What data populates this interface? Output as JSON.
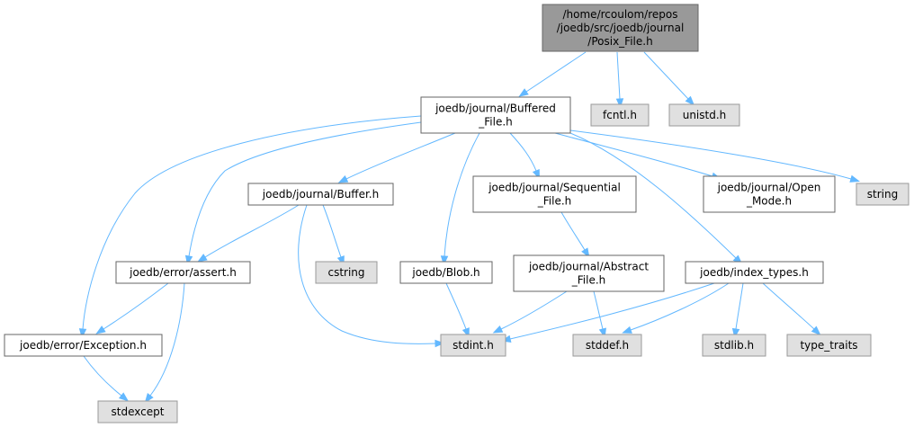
{
  "colors": {
    "root_fill": "#999999",
    "root_stroke": "#666666",
    "documented_fill": "#ffffff",
    "documented_stroke": "#666666",
    "external_fill": "#e0e0e0",
    "external_stroke": "#999999",
    "edge": "#63b8ff",
    "text": "#000000"
  },
  "nodes": [
    {
      "id": "posix_file",
      "kind": "root",
      "lines": [
        "/home/rcoulom/repos",
        "/joedb/src/joedb/journal",
        "/Posix_File.h"
      ]
    },
    {
      "id": "buffered_file",
      "kind": "documented",
      "lines": [
        "joedb/journal/Buffered",
        "_File.h"
      ]
    },
    {
      "id": "fcntl",
      "kind": "external",
      "lines": [
        "fcntl.h"
      ]
    },
    {
      "id": "unistd",
      "kind": "external",
      "lines": [
        "unistd.h"
      ]
    },
    {
      "id": "buffer",
      "kind": "documented",
      "lines": [
        "joedb/journal/Buffer.h"
      ]
    },
    {
      "id": "sequential_file",
      "kind": "documented",
      "lines": [
        "joedb/journal/Sequential",
        "_File.h"
      ]
    },
    {
      "id": "open_mode",
      "kind": "documented",
      "lines": [
        "joedb/journal/Open",
        "_Mode.h"
      ]
    },
    {
      "id": "string",
      "kind": "external",
      "lines": [
        "string"
      ]
    },
    {
      "id": "assert",
      "kind": "documented",
      "lines": [
        "joedb/error/assert.h"
      ]
    },
    {
      "id": "cstring",
      "kind": "external",
      "lines": [
        "cstring"
      ]
    },
    {
      "id": "blob",
      "kind": "documented",
      "lines": [
        "joedb/Blob.h"
      ]
    },
    {
      "id": "abstract_file",
      "kind": "documented",
      "lines": [
        "joedb/journal/Abstract",
        "_File.h"
      ]
    },
    {
      "id": "index_types",
      "kind": "documented",
      "lines": [
        "joedb/index_types.h"
      ]
    },
    {
      "id": "exception",
      "kind": "documented",
      "lines": [
        "joedb/error/Exception.h"
      ]
    },
    {
      "id": "stdint",
      "kind": "external",
      "lines": [
        "stdint.h"
      ]
    },
    {
      "id": "stddef",
      "kind": "external",
      "lines": [
        "stddef.h"
      ]
    },
    {
      "id": "stdlib",
      "kind": "external",
      "lines": [
        "stdlib.h"
      ]
    },
    {
      "id": "type_traits",
      "kind": "external",
      "lines": [
        "type_traits"
      ]
    },
    {
      "id": "stdexcept",
      "kind": "external",
      "lines": [
        "stdexcept"
      ]
    }
  ],
  "edges": [
    {
      "from": "posix_file",
      "to": "buffered_file"
    },
    {
      "from": "posix_file",
      "to": "fcntl"
    },
    {
      "from": "posix_file",
      "to": "unistd"
    },
    {
      "from": "buffered_file",
      "to": "buffer"
    },
    {
      "from": "buffered_file",
      "to": "sequential_file"
    },
    {
      "from": "buffered_file",
      "to": "open_mode"
    },
    {
      "from": "buffered_file",
      "to": "string"
    },
    {
      "from": "buffered_file",
      "to": "assert"
    },
    {
      "from": "buffered_file",
      "to": "exception"
    },
    {
      "from": "buffered_file",
      "to": "blob"
    },
    {
      "from": "buffered_file",
      "to": "index_types"
    },
    {
      "from": "buffer",
      "to": "assert"
    },
    {
      "from": "buffer",
      "to": "cstring"
    },
    {
      "from": "buffer",
      "to": "stdint"
    },
    {
      "from": "sequential_file",
      "to": "abstract_file"
    },
    {
      "from": "assert",
      "to": "exception"
    },
    {
      "from": "assert",
      "to": "stdexcept"
    },
    {
      "from": "exception",
      "to": "stdexcept"
    },
    {
      "from": "blob",
      "to": "stdint"
    },
    {
      "from": "abstract_file",
      "to": "stdint"
    },
    {
      "from": "abstract_file",
      "to": "stddef"
    },
    {
      "from": "index_types",
      "to": "stdint"
    },
    {
      "from": "index_types",
      "to": "stddef"
    },
    {
      "from": "index_types",
      "to": "stdlib"
    },
    {
      "from": "index_types",
      "to": "type_traits"
    }
  ]
}
